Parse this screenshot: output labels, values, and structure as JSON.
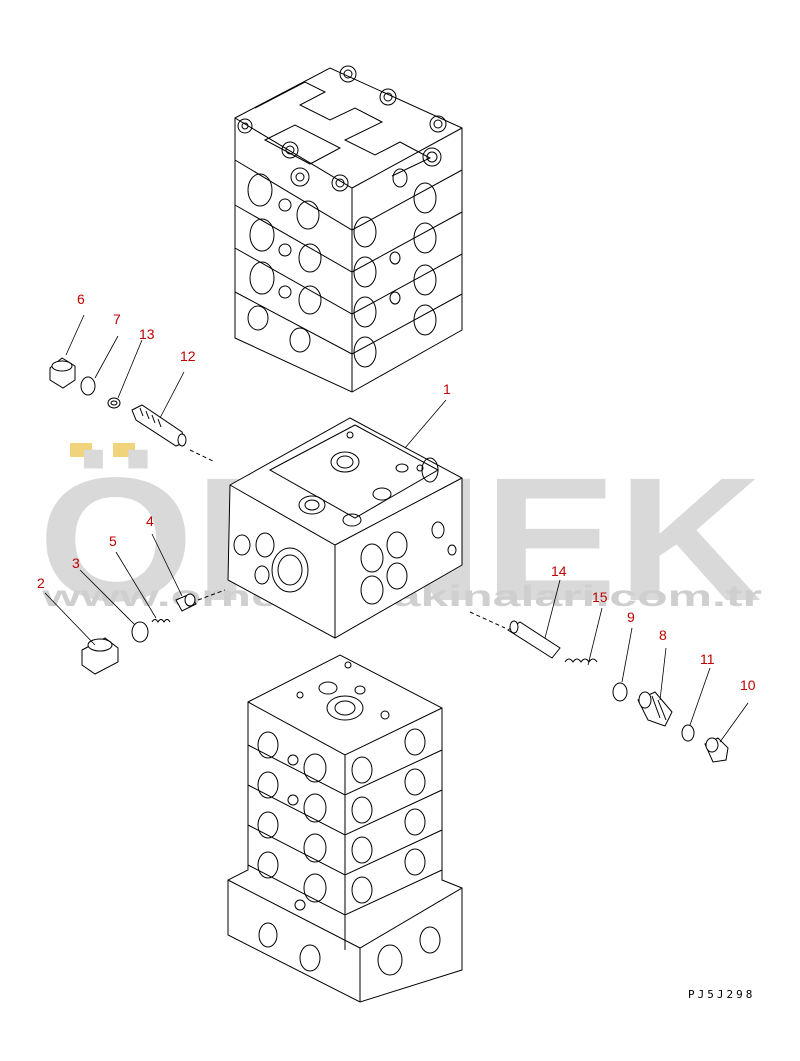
{
  "watermark": {
    "brand": "ÖRNEK",
    "url": "www.ornekismakinalari.com.tr"
  },
  "drawing_code": "PJ5J298",
  "part_labels": [
    "1",
    "2",
    "3",
    "4",
    "5",
    "6",
    "7",
    "8",
    "9",
    "10",
    "11",
    "12",
    "13",
    "14",
    "15"
  ]
}
